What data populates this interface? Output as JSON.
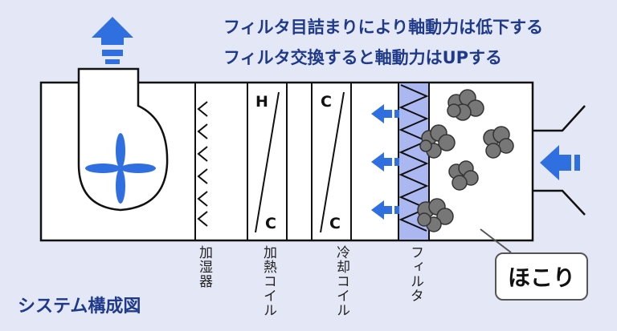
{
  "headline": {
    "line1": "フィルタ目詰まりにより軸動力は低下する",
    "line2": "フィルタ交換すると軸動力はUPする"
  },
  "components": {
    "humidifier": "加湿器",
    "heating_coil": "加熱コイル",
    "cooling_coil": "冷却コイル",
    "filter": "フィルタ"
  },
  "coil_letters": {
    "heating_top": "H",
    "heating_bottom": "C",
    "cooling_top": "C",
    "cooling_bottom": "C"
  },
  "dust_label": "ほこり",
  "caption": "システム構成図",
  "colors": {
    "background": "#e4e8f6",
    "accent_blue": "#2f6fe0",
    "headline_text": "#1f3a8a",
    "dust": "#777777",
    "filter_fill": "#aab7f0"
  }
}
